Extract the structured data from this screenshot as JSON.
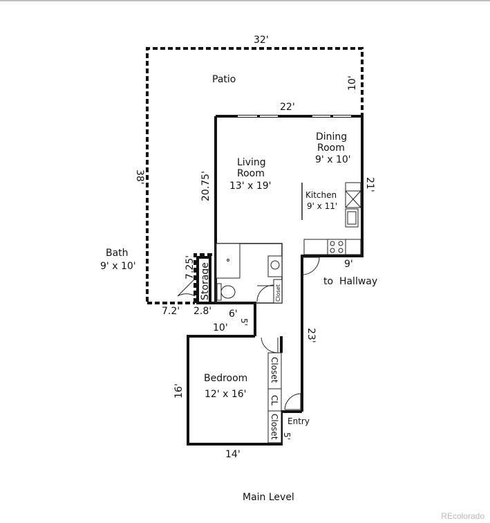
{
  "labels": {
    "patio": "Patio",
    "patio_width": "32'",
    "patio_depth": "10'",
    "living_width": "22'",
    "dining": "Dining",
    "room": "Room",
    "dining_size": "9' x 10'",
    "living": "Living",
    "living_size": "13' x 19'",
    "west_length": "38'",
    "living_height": "20.75'",
    "east_length": "21'",
    "kitchen": "Kitchen",
    "kitchen_size": "9' x 11'",
    "bath": "Bath",
    "bath_size": "9' x 10'",
    "storage": "Storage",
    "storage_height": "7.25'",
    "dim_7_2": "7.2'",
    "dim_2_8": "2.8'",
    "dim_6": "6'",
    "dim_5_a": "5'",
    "dim_10": "10'",
    "closet_small": "Closet",
    "kitchen_width": "9'",
    "to_hallway": "to  Hallway",
    "hall_length": "23'",
    "bedroom": "Bedroom",
    "bedroom_size": "12' x 16'",
    "bedroom_height": "16'",
    "closet_a": "Closet",
    "closet_cl": "CL",
    "closet_b": "Closet",
    "entry": "Entry",
    "dim_5_b": "5'",
    "bedroom_width": "14'",
    "level": "Main Level"
  },
  "watermark": "REcolorado"
}
